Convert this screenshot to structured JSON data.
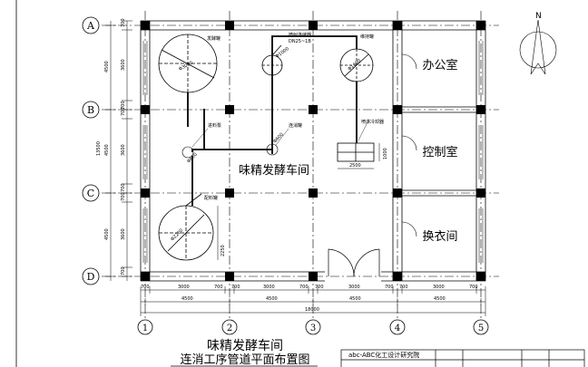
{
  "grid": {
    "rows": [
      "A",
      "B",
      "C",
      "D"
    ],
    "cols": [
      "1",
      "2",
      "3",
      "4",
      "5"
    ]
  },
  "rooms": {
    "office": "办公室",
    "control": "控制室",
    "changing": "换衣间",
    "workshop": "味精发酵车间"
  },
  "equipment": {
    "tank1": "发酵罐",
    "tank1_dia": "Φ3000",
    "steam_ex": "喷射连续器",
    "steam_ex_spec": "DN25~1B",
    "steam_ex_dia": "Φ1000",
    "holding_tank": "维持罐",
    "holding_dia": "Φ1600",
    "feed_pump": "进料泵",
    "feed_pump_dia": "Φ600",
    "cont_tank": "连消罐",
    "cont_tank_dia": "Φ600",
    "cooler": "喷淋冷却器",
    "cooler_w": "2500",
    "cooler_h": "1000",
    "mix_tank": "配料罐",
    "mix_dia": "Φ2200",
    "mix_dim": "2250"
  },
  "dims": {
    "left": [
      "700",
      "3600",
      "700",
      "4500",
      "13500",
      "700",
      "3600",
      "700",
      "4500",
      "700",
      "3600",
      "700",
      "4500"
    ],
    "bottom_top_row": [
      "700",
      "3000",
      "700",
      "700",
      "3000",
      "700",
      "700",
      "3000",
      "700",
      "700",
      "3000",
      "700"
    ],
    "bottom_mid_row": [
      "4500",
      "4500",
      "4500",
      "4500"
    ],
    "bottom_total": "18000"
  },
  "title": {
    "line1": "味精发酵车间",
    "line2": "连消工序管道平面布置图"
  },
  "titleblock": {
    "org": "abc-ABC化工设计研究院"
  },
  "north": "N"
}
